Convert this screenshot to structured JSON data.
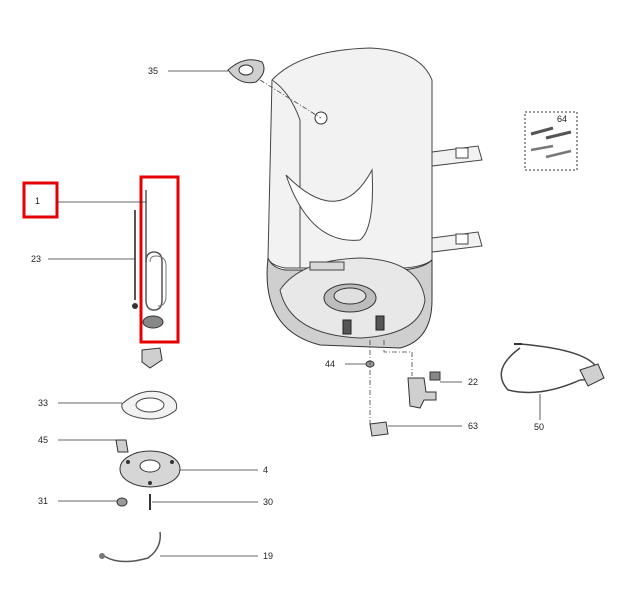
{
  "labels": {
    "p1": "1",
    "p4": "4",
    "p19": "19",
    "p22": "22",
    "p23": "23",
    "p30": "30",
    "p31": "31",
    "p33": "33",
    "p35": "35",
    "p44": "44",
    "p45": "45",
    "p50": "50",
    "p63": "63",
    "p64": "64"
  },
  "colors": {
    "highlight": "#e60000",
    "line": "#333333"
  }
}
